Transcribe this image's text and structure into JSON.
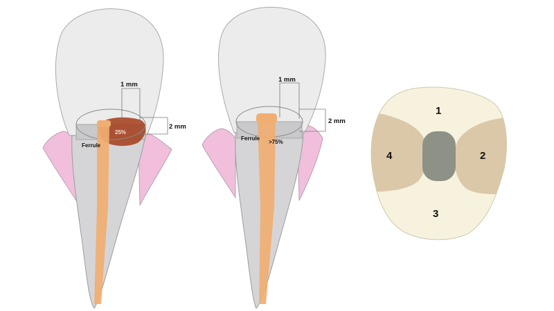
{
  "left_tooth": {
    "top_measure": "1 mm",
    "side_measure": "2 mm",
    "ferrule_label": "Ferrule",
    "coverage_label": "25%"
  },
  "middle_tooth": {
    "top_measure": "1 mm",
    "side_measure": "2 mm",
    "ferrule_label": "Ferrule",
    "coverage_label": ">75%"
  },
  "cross_section": {
    "zones": [
      {
        "label": "1"
      },
      {
        "label": "2"
      },
      {
        "label": "3"
      },
      {
        "label": "4"
      }
    ]
  },
  "colors": {
    "crown": "#ececec",
    "root": "#d5d5d7",
    "post": "#f0ae72",
    "gum": "#f1bfdc",
    "remaining_structure": "#a43c1a",
    "section_light": "#f6f2dd",
    "section_dark": "#dbc8a8",
    "canal": "#8e9186"
  }
}
